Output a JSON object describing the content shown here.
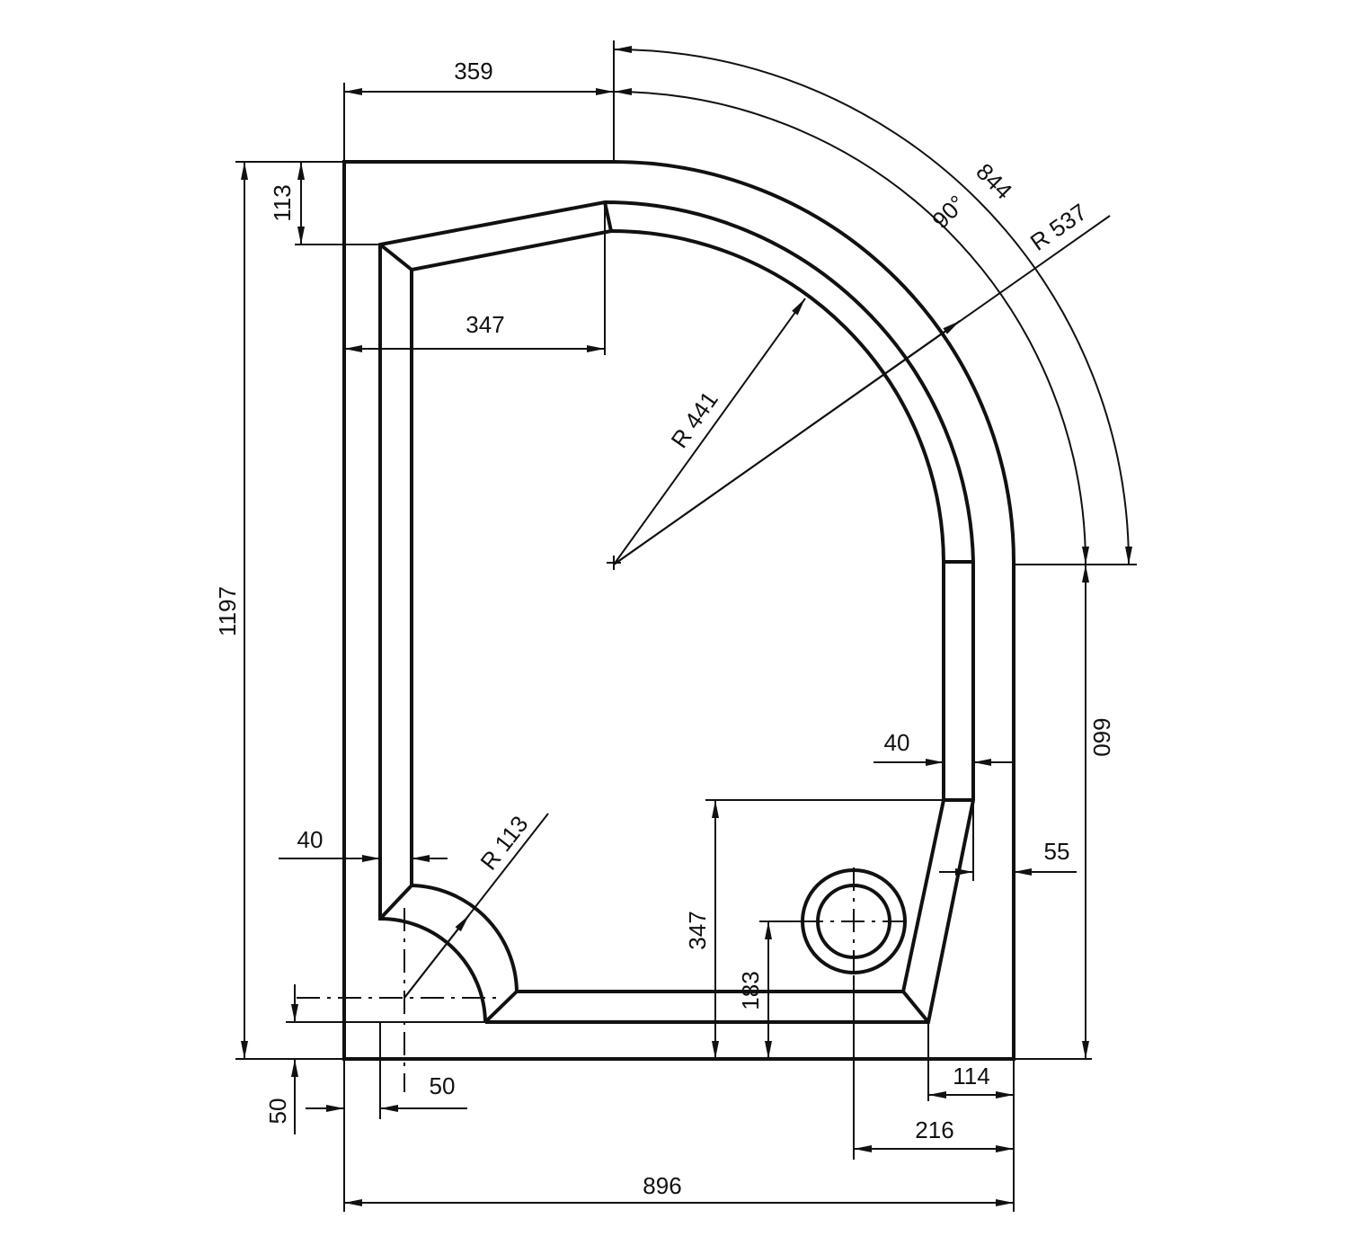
{
  "dimensions": {
    "top_width": "359",
    "inner_width": "347",
    "left_drop": "113",
    "total_height": "1197",
    "right_height": "660",
    "arc_length": "844",
    "arc_angle": "90°",
    "outer_radius": "R 537",
    "inner_radius": "R 441",
    "wall_right": "40",
    "wall_left": "40",
    "corner_radius": "R 113",
    "offset_right": "55",
    "drain_box_height": "347",
    "drain_center_height": "183",
    "bottom_offset": "50",
    "side_offset": "50",
    "drain_right_edge": "114",
    "drain_center_from_right": "216",
    "total_width": "896"
  }
}
